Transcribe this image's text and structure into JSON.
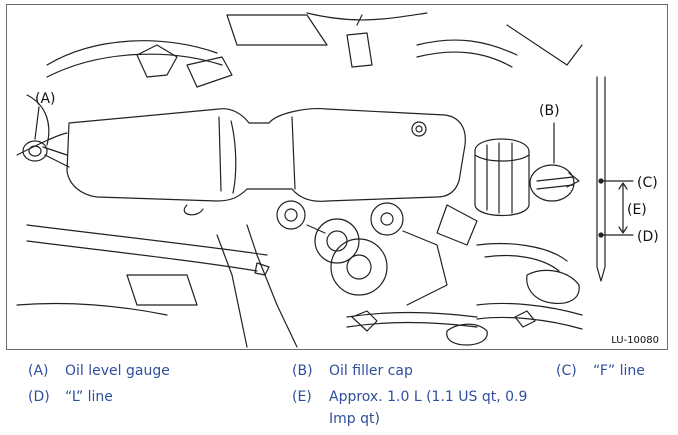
{
  "figure": {
    "code": "LU-10080",
    "callouts": {
      "a": "(A)",
      "b": "(B)",
      "c": "(C)",
      "d": "(D)",
      "e": "(E)"
    }
  },
  "legend": [
    {
      "key": "(A)",
      "text": "Oil level gauge"
    },
    {
      "key": "(B)",
      "text": "Oil filler cap"
    },
    {
      "key": "(C)",
      "text": "“F” line"
    },
    {
      "key": "(D)",
      "text": "“L” line"
    },
    {
      "key": "(E)",
      "text_line1": "Approx. 1.0 L (1.1 US qt, 0.9",
      "text_line2": "Imp qt)"
    }
  ],
  "colors": {
    "legend_text": "#2f4f9c",
    "border": "#6a6a6a"
  }
}
